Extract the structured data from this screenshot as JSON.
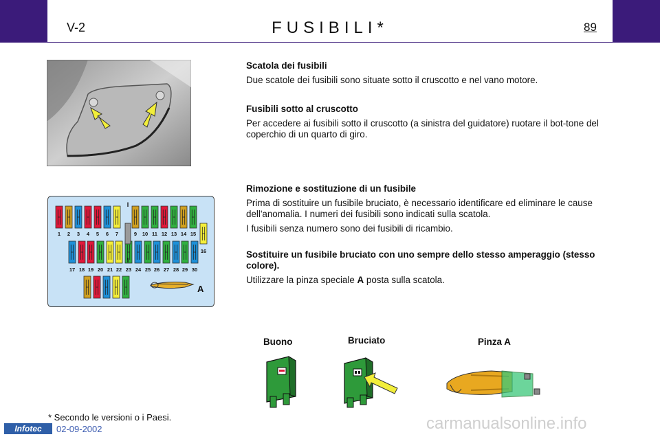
{
  "header": {
    "section_code": "V-2",
    "title": "FUSIBILI*",
    "page_number": "89",
    "accent_color": "#3b1b7a"
  },
  "sections": [
    {
      "heading": "Scatola dei fusibili",
      "paragraphs": [
        "Due scatole dei fusibili sono situate sotto il cruscotto e nel vano motore."
      ]
    },
    {
      "heading": "Fusibili sotto al cruscotto",
      "paragraphs": [
        "Per accedere ai fusibili sotto il cruscotto (a sinistra del guidatore) ruotare il bot-tone del coperchio di un quarto di giro."
      ]
    },
    {
      "heading": "Rimozione e sostituzione di un fusibile",
      "paragraphs": [
        "Prima di sostituire un fusibile bruciato, è necessario identificare ed eliminare le cause dell'anomalia. I numeri dei fusibili sono indicati sulla scatola.",
        "I fusibili senza numero sono dei fusibili di ricambio."
      ]
    },
    {
      "heading": "Sostituire un fusibile bruciato con uno sempre dello stesso amperaggio (stesso colore).",
      "paragraph_prefix": "Utilizzare la pinza speciale ",
      "paragraph_bold": "A",
      "paragraph_suffix": " posta sulla scatola."
    }
  ],
  "fuse_box": {
    "top_row_labels": [
      "1",
      "2",
      "3",
      "4",
      "5",
      "6",
      "7",
      "9",
      "10",
      "11",
      "12",
      "13",
      "14",
      "15"
    ],
    "side_label": "16",
    "bottom_row_labels": [
      "17",
      "18",
      "19",
      "20",
      "21",
      "22",
      "23",
      "24",
      "25",
      "26",
      "27",
      "28",
      "29",
      "30"
    ],
    "marker_label": "I",
    "pliers_label": "A",
    "top_row_colors": [
      "#e0183a",
      "#d0a020",
      "#1e90d8",
      "#e0183a",
      "#e0183a",
      "#1e90d8",
      "#f4ee3a",
      "#d0a020",
      "#30b040",
      "#30b040",
      "#e0183a",
      "#30b040",
      "#d0a020",
      "#30b040"
    ],
    "bottom_row_colors": [
      "#1e90d8",
      "#e0183a",
      "#e0183a",
      "#30b040",
      "#f4ee3a",
      "#f4ee3a",
      "#30b040",
      "#1e90d8",
      "#30b040",
      "#1e90d8",
      "#30b040",
      "#1e90d8",
      "#30b040",
      "#1e90d8"
    ],
    "spare_colors": [
      "#d0a020",
      "#e0183a",
      "#1e90d8",
      "#f4ee3a",
      "#30b040"
    ],
    "panel_color": "#c8e2f6"
  },
  "captions": {
    "good": "Buono",
    "burnt": "Bruciato",
    "pliers": "Pinza A"
  },
  "footer": {
    "footnote": "* Secondo le versioni o i Paesi.",
    "logo_text": "Infotec",
    "date": "02-09-2002",
    "watermark": "carmanualsonline.info"
  }
}
